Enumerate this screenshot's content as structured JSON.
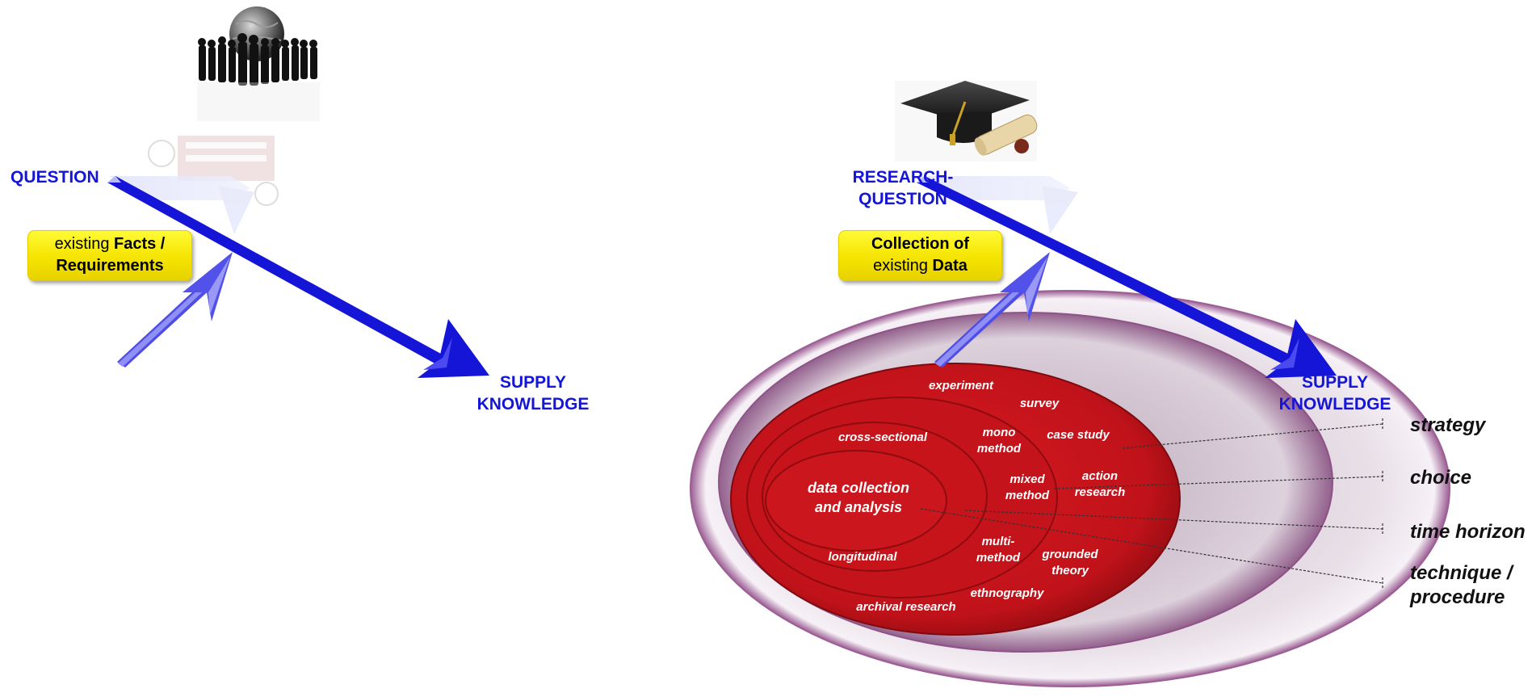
{
  "left_panel": {
    "question": "QUESTION",
    "supply": [
      "SUPPLY",
      "KNOWLEDGE"
    ],
    "box": {
      "normal": "existing ",
      "bold1": "Facts /",
      "bold2": "Requirements"
    }
  },
  "right_panel": {
    "question": [
      "RESEARCH-",
      "QUESTION"
    ],
    "supply": [
      "SUPPLY",
      "KNOWLEDGE"
    ],
    "box": {
      "bold": "Collection of",
      "normal": "existing ",
      "bold2": "Data"
    }
  },
  "onion": {
    "layers": [
      {
        "labels": [
          "experiment",
          "survey",
          "case study",
          "action research",
          "grounded theory",
          "ethnography",
          "archival research"
        ]
      },
      {
        "labels": [
          "mono method",
          "mixed method",
          "multi-method"
        ]
      },
      {
        "labels": [
          "cross-sectional",
          "longitudinal"
        ]
      },
      {
        "labels": [
          "data collection and analysis"
        ]
      }
    ],
    "core": [
      "data collection",
      "and analysis"
    ],
    "experiment": "experiment",
    "survey": "survey",
    "case_study": "case study",
    "action_research": [
      "action",
      "research"
    ],
    "grounded_theory": [
      "grounded",
      "theory"
    ],
    "ethnography": "ethnography",
    "archival_research": "archival research",
    "mono_method": [
      "mono",
      "method"
    ],
    "mixed_method": [
      "mixed",
      "method"
    ],
    "multi_method": [
      "multi-",
      "method"
    ],
    "cross_sectional": "cross-sectional",
    "longitudinal": "longitudinal"
  },
  "legend": {
    "strategy": "strategy",
    "choice": "choice",
    "time_horizon": "time horizon",
    "technique": [
      "technique /",
      "procedure"
    ]
  },
  "colors": {
    "arrow": "#1515d8",
    "onion_red": "#c8141a",
    "onion_outer": "#e6dce5",
    "box_yellow": "#f5e400"
  }
}
